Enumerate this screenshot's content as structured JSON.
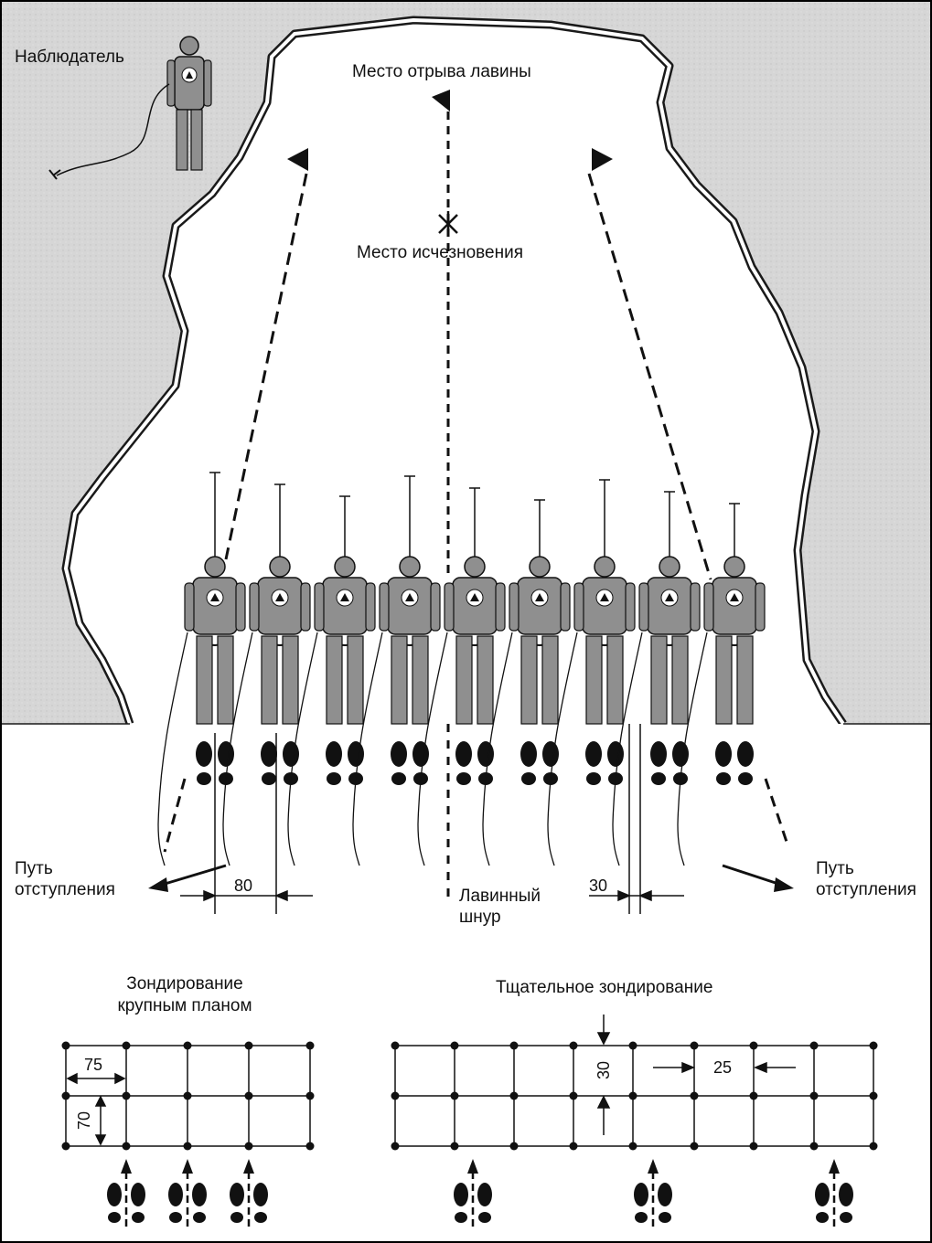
{
  "labels": {
    "observer": "Наблюдатель",
    "avalanche_start": "Место отрыва лавины",
    "disappearance": "Место исчезновения",
    "retreat_left": [
      "Путь",
      "отступления"
    ],
    "retreat_right": [
      "Путь",
      "отступления"
    ],
    "avalanche_cord": [
      "Лавинный",
      "шнур"
    ],
    "spacing_80": "80",
    "spacing_30": "30",
    "coarse_probing": [
      "Зондирование",
      "крупным планом"
    ],
    "fine_probing": "Тщательное зондирование",
    "grid_75": "75",
    "grid_70": "70",
    "grid_30": "30",
    "grid_25": "25"
  },
  "colors": {
    "snow_area": "#d9d9d9",
    "outline": "#1a1a1a",
    "figure": "#8f8f8f",
    "background": "#ffffff"
  },
  "probers": {
    "count": 9
  },
  "icons": [
    "observer-figure",
    "flag-icon",
    "cross-mark-icon",
    "footprints-icon",
    "arrow-icon"
  ]
}
